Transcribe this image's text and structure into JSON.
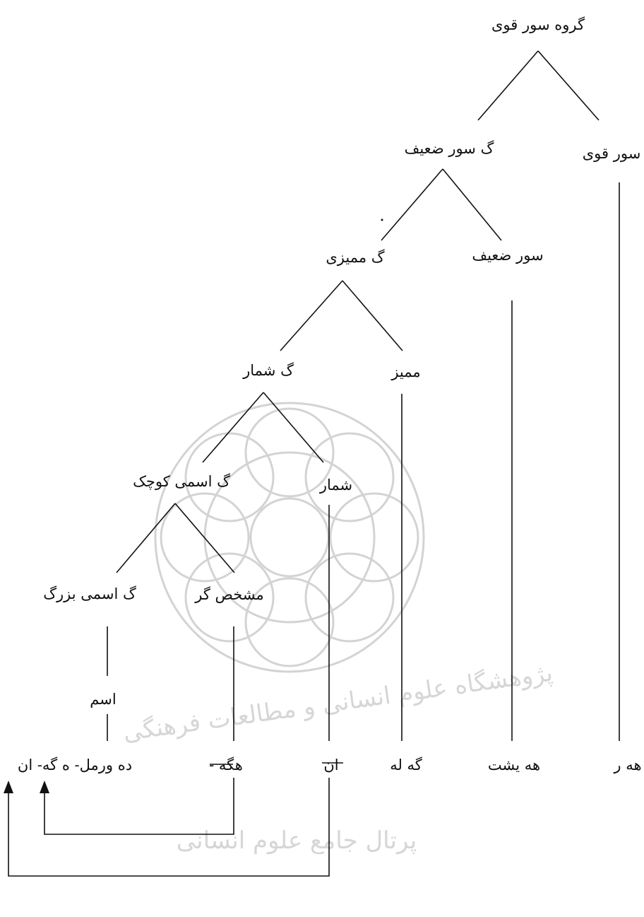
{
  "tree": {
    "root": "گروه سور قوی",
    "strong_quantifier": "سور قوی",
    "weak_quantifier_group": "گ سور ضعیف",
    "weak_quantifier": "سور ضعیف",
    "classifier_group": "گ ممیزی",
    "classifier": "ممیز",
    "numeral_group": "گ شمار",
    "numeral": "شمار",
    "small_noun_group": "گ اسمی کوچک",
    "determiner": "مشخص گر",
    "big_noun_group": "گ اسمی بزرگ",
    "noun": "اسم"
  },
  "words": {
    "w1": "هه ر",
    "w2": "هه یشت",
    "w3": "گه له",
    "w4": "ان",
    "w5": "- هگه",
    "w6": "ده ورمل- ه گه- ان"
  },
  "watermark": {
    "line1": "پژوهشگاه علوم انسانی و مطالعات فرهنگی",
    "line2": "پرتال جامع علوم انسانی"
  }
}
